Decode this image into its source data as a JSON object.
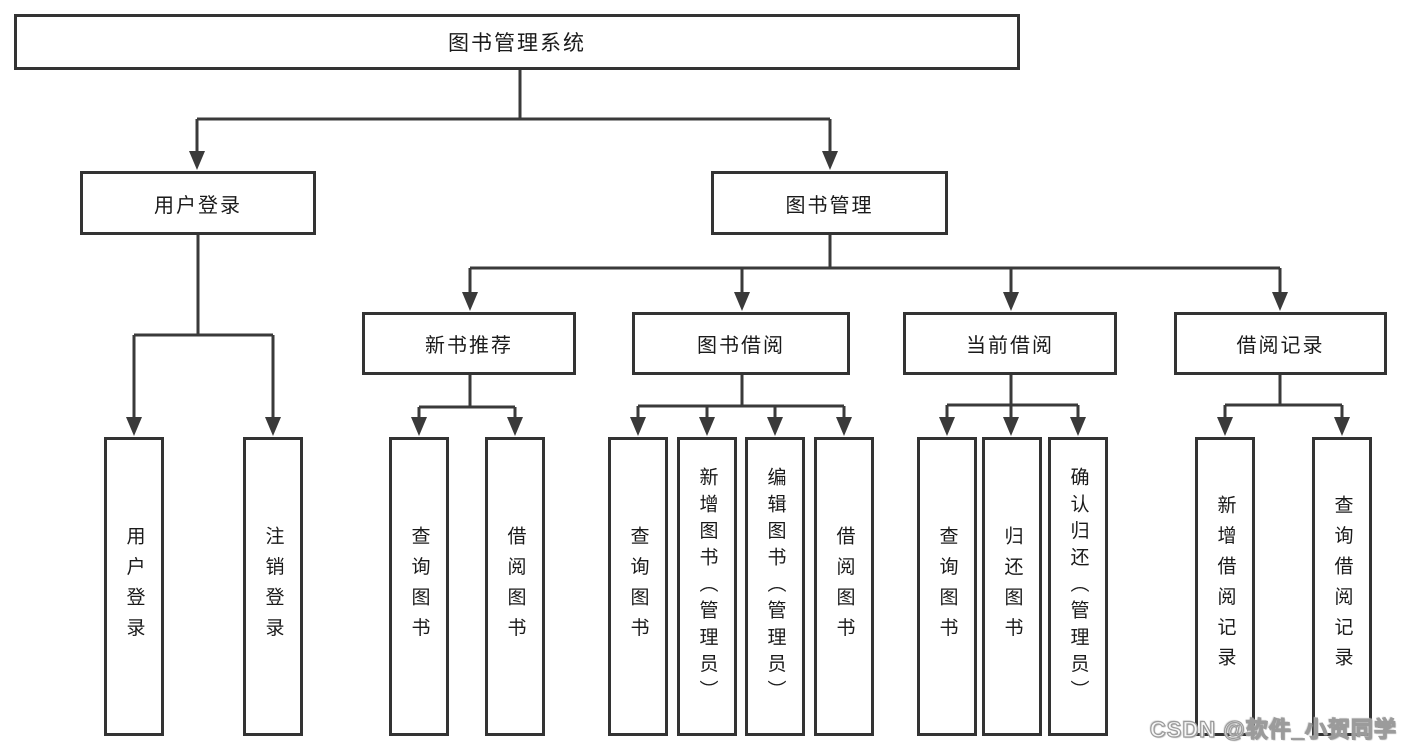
{
  "diagram": {
    "root": {
      "label": "图书管理系统"
    },
    "level2": [
      {
        "label": "用户登录"
      },
      {
        "label": "图书管理"
      }
    ],
    "level3": [
      {
        "label": "新书推荐",
        "parent": "图书管理"
      },
      {
        "label": "图书借阅",
        "parent": "图书管理"
      },
      {
        "label": "当前借阅",
        "parent": "图书管理"
      },
      {
        "label": "借阅记录",
        "parent": "图书管理"
      }
    ],
    "leaves": [
      {
        "label": "用户登录",
        "parent": "用户登录"
      },
      {
        "label": "注销登录",
        "parent": "用户登录"
      },
      {
        "label": "查询图书",
        "parent": "新书推荐"
      },
      {
        "label": "借阅图书",
        "parent": "新书推荐"
      },
      {
        "label": "查询图书",
        "parent": "图书借阅"
      },
      {
        "label": "新增图书（管理员）",
        "parent": "图书借阅"
      },
      {
        "label": "编辑图书（管理员）",
        "parent": "图书借阅"
      },
      {
        "label": "借阅图书",
        "parent": "图书借阅"
      },
      {
        "label": "查询图书",
        "parent": "当前借阅"
      },
      {
        "label": "归还图书",
        "parent": "当前借阅"
      },
      {
        "label": "确认归还（管理员）",
        "parent": "当前借阅"
      },
      {
        "label": "新增借阅记录",
        "parent": "借阅记录"
      },
      {
        "label": "查询借阅记录",
        "parent": "借阅记录"
      }
    ]
  },
  "watermark": {
    "text": "CSDN @软件_小贺同学"
  },
  "colors": {
    "line": "#3a3a3a",
    "box_border": "#333333",
    "box_fill": "#ffffff",
    "text": "#1a1a1a",
    "watermark_fill": "#f7f7f7",
    "watermark_outline": "#9b9b9b"
  }
}
